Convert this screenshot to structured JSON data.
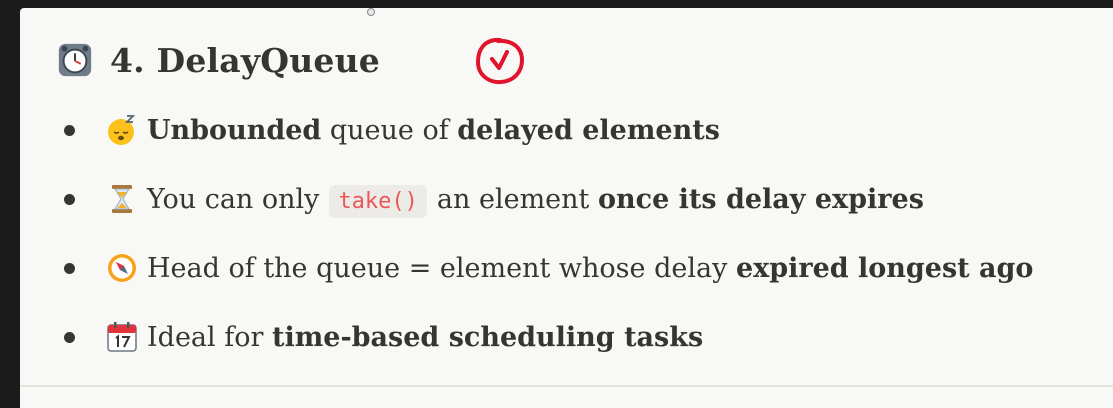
{
  "heading": {
    "icon": "alarm-clock-icon",
    "text": "4. DelayQueue",
    "annotation_icon": "handwritten-check-circle-icon",
    "annotation_color": "#e0152b"
  },
  "bullets": [
    {
      "icon": "sleeping-face-icon",
      "parts": [
        {
          "t": "Unbounded",
          "s": "bold"
        },
        {
          "t": " queue of ",
          "s": "normal"
        },
        {
          "t": "delayed elements",
          "s": "bold"
        }
      ]
    },
    {
      "icon": "hourglass-icon",
      "parts": [
        {
          "t": "You can only",
          "s": "normal"
        },
        {
          "t": "take()",
          "s": "code"
        },
        {
          "t": "an element ",
          "s": "normal"
        },
        {
          "t": "once its delay expires",
          "s": "bold"
        }
      ]
    },
    {
      "icon": "compass-icon",
      "parts": [
        {
          "t": "Head of the queue = element whose delay ",
          "s": "normal"
        },
        {
          "t": "expired longest ago",
          "s": "bold"
        }
      ]
    },
    {
      "icon": "calendar-icon",
      "parts": [
        {
          "t": "Ideal for ",
          "s": "normal"
        },
        {
          "t": "time-based scheduling tasks",
          "s": "bold"
        }
      ]
    }
  ],
  "colors": {
    "text": "#37352f",
    "code_text": "#eb5757",
    "code_bg": "#ecebe8",
    "page_bg": "#f8f8f7"
  }
}
